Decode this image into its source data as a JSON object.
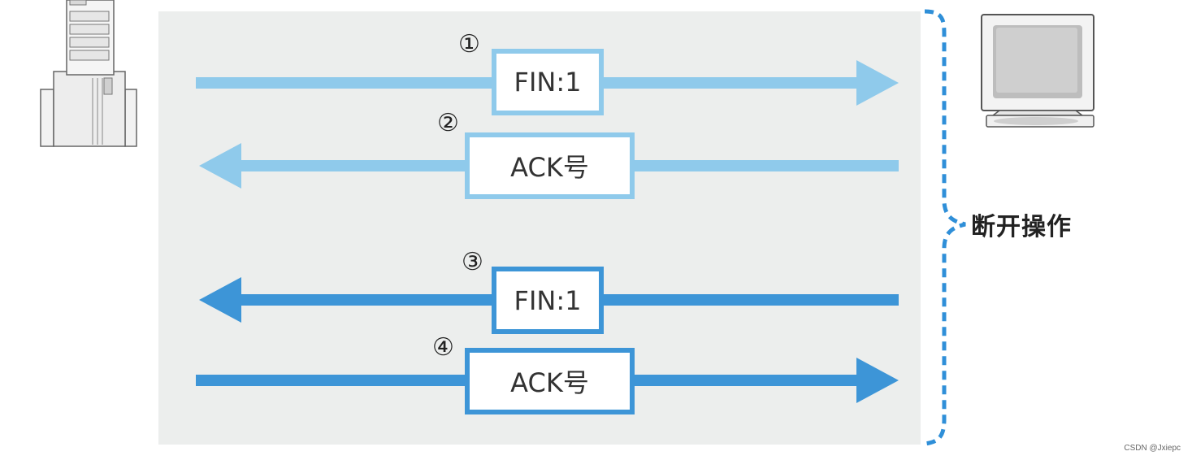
{
  "messages": [
    {
      "step": "①",
      "label": "FIN:1",
      "direction": "to-client",
      "shade": "light"
    },
    {
      "step": "②",
      "label": "ACK号",
      "direction": "to-server",
      "shade": "light"
    },
    {
      "step": "③",
      "label": "FIN:1",
      "direction": "to-server",
      "shade": "dark"
    },
    {
      "step": "④",
      "label": "ACK号",
      "direction": "to-client",
      "shade": "dark"
    }
  ],
  "group_label": "断开操作",
  "watermark": "CSDN @Jxiepc",
  "colors": {
    "panel": "#eceeed",
    "arrow_light": "#8fcaeb",
    "arrow_dark": "#3d95d7",
    "brace": "#2f8fd8"
  },
  "icons": {
    "left": "server-tower-icon",
    "right": "computer-monitor-icon"
  }
}
